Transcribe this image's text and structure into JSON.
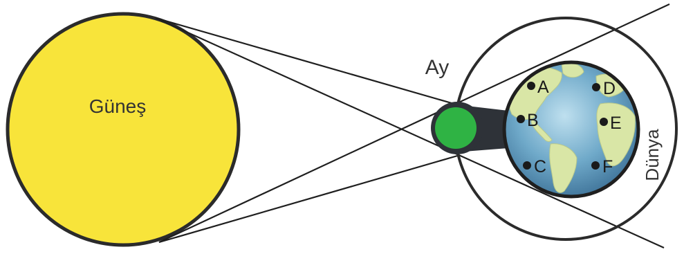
{
  "labels": {
    "sun": "Güneş",
    "moon": "Ay",
    "earth": "Dünya"
  },
  "points": [
    {
      "id": "A",
      "label": "A"
    },
    {
      "id": "B",
      "label": "B"
    },
    {
      "id": "C",
      "label": "C"
    },
    {
      "id": "D",
      "label": "D"
    },
    {
      "id": "E",
      "label": "E"
    },
    {
      "id": "F",
      "label": "F"
    }
  ],
  "colors": {
    "sun": "#f8e43a",
    "moon": "#2fb344",
    "shadow": "#2e3238",
    "outline": "#2b2b2b",
    "ocean": "#6fa9c9",
    "land": "#d9e6a6"
  }
}
